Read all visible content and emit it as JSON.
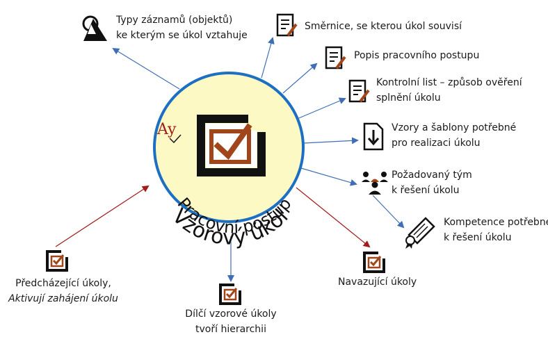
{
  "center": {
    "arc_top": "Pracovní postup",
    "arc_bottom": "Vzorový úkol",
    "logo_text": "Ay"
  },
  "nodes": {
    "object_types": {
      "line1": "Typy záznamů (objektů)",
      "line2": "ke kterým se úkol vztahuje",
      "icon": "shape-types-icon"
    },
    "directive": {
      "line1": "Směrnice, se kterou úkol souvisí",
      "icon": "document-pen-icon"
    },
    "procedure": {
      "line1": "Popis pracovního postupu",
      "icon": "document-pen-icon"
    },
    "checklist": {
      "line1": "Kontrolní list – způsob ověření",
      "line2": "splnění úkolu",
      "icon": "document-pen-icon"
    },
    "templates": {
      "line1": "Vzory a šablony potřebné",
      "line2": "pro realizaci úkolu",
      "icon": "download-document-icon"
    },
    "team": {
      "line1": "Požadovaný tým",
      "line2": "k řešení úkolu",
      "icon": "team-icon"
    },
    "competences": {
      "line1": "Kompetence potřebné",
      "line2": "k řešení úkolu",
      "icon": "diploma-icon"
    },
    "following": {
      "line1": "Navazující úkoly",
      "icon": "task-check-icon"
    },
    "subtasks": {
      "line1": "Dílčí vzorové úkoly",
      "line2": "tvoří hierarchii",
      "icon": "task-check-icon"
    },
    "preceding": {
      "line1": "Předcházející úkoly,",
      "line2": "Aktivují zahájení úkolu",
      "icon": "task-check-icon"
    }
  },
  "colors": {
    "blue_arrow": "#3f6eb5",
    "red_arrow": "#a31b1b",
    "circle_fill": "#fdf9c4",
    "circle_stroke": "#1c6fc2",
    "accent": "#a0461a"
  }
}
